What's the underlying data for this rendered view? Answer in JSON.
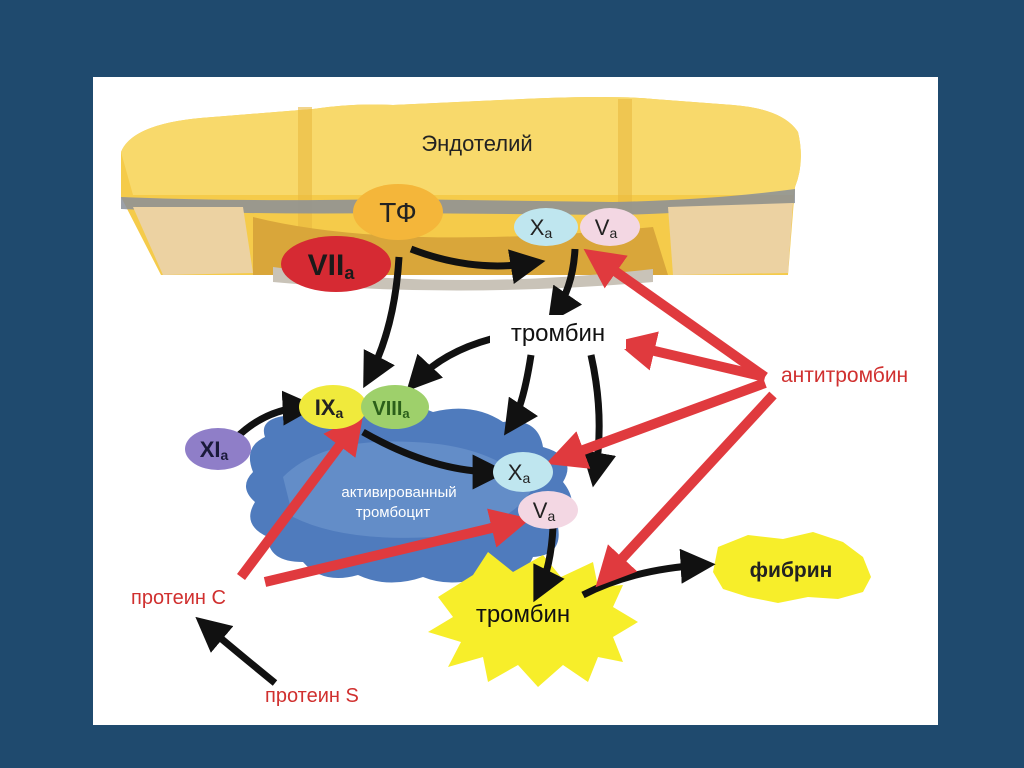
{
  "colors": {
    "frame": "#1f4a6e",
    "inhibition_arrow": "#e03a3e",
    "activation_arrow": "#111111",
    "inhibitor_text": "#d0302f",
    "endothelium": "#f2c84b",
    "platelet": "#4a78b8",
    "burst": "#f7ee2a"
  },
  "diagram": {
    "endothelium_label": "Эндотелий",
    "tf_label": "ТФ",
    "f7a": {
      "main": "VII",
      "sub": "a"
    },
    "f10a_top": {
      "main": "X",
      "sub": "a"
    },
    "f5a_top": {
      "main": "V",
      "sub": "a"
    },
    "thrombin_top": "тромбин",
    "antithrombin": "антитромбин",
    "f9a": {
      "main": "IX",
      "sub": "a"
    },
    "f8a": {
      "main": "VIII",
      "sub": "a"
    },
    "f11a": {
      "main": "XI",
      "sub": "a"
    },
    "f10a_mid": {
      "main": "X",
      "sub": "a"
    },
    "f5a_mid": {
      "main": "V",
      "sub": "a"
    },
    "platelet_line1": "активированный",
    "platelet_line2": "тромбоцит",
    "protein_c": "протеин С",
    "protein_s": "протеин S",
    "thrombin_bottom": "тромбин",
    "fibrin": "фибрин"
  }
}
